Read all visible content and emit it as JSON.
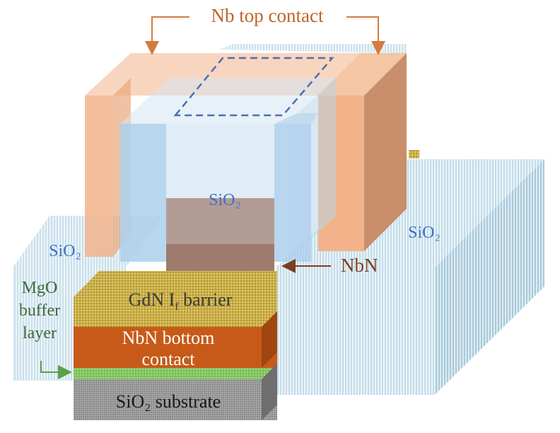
{
  "labels": {
    "nb_top_contact": "Nb top contact",
    "sio2_center": "SiO₂",
    "sio2_left": "SiO₂",
    "sio2_right": "SiO₂",
    "nbn": "NbN",
    "gdn_barrier": "GdN I",
    "gdn_barrier_sub": "f",
    "gdn_barrier_tail": " barrier",
    "nbn_bottom_line1": "NbN bottom",
    "nbn_bottom_line2": "contact",
    "mgo_line1": "MgO",
    "mgo_line2": "buffer",
    "mgo_line3": "layer",
    "substrate": "SiO₂ substrate"
  },
  "colors": {
    "nb": "#F2B38B",
    "nb_dark": "#C98E6A",
    "sio2": "#CFE5F0",
    "sio2_pillar": "#A9CDEB",
    "gdn": "#C8A93A",
    "nbn_bottom": "#C75A19",
    "mgo": "#7FBF5A",
    "substrate": "#9A9A9A",
    "nbn_core": "#A8877A",
    "dashed": "#4A6FB5",
    "text_orange": "#C0632A",
    "text_blue": "#3E72C8",
    "text_brown": "#7A3E22",
    "text_green": "#3E6A3E",
    "text_dark": "#3A3A3A"
  }
}
